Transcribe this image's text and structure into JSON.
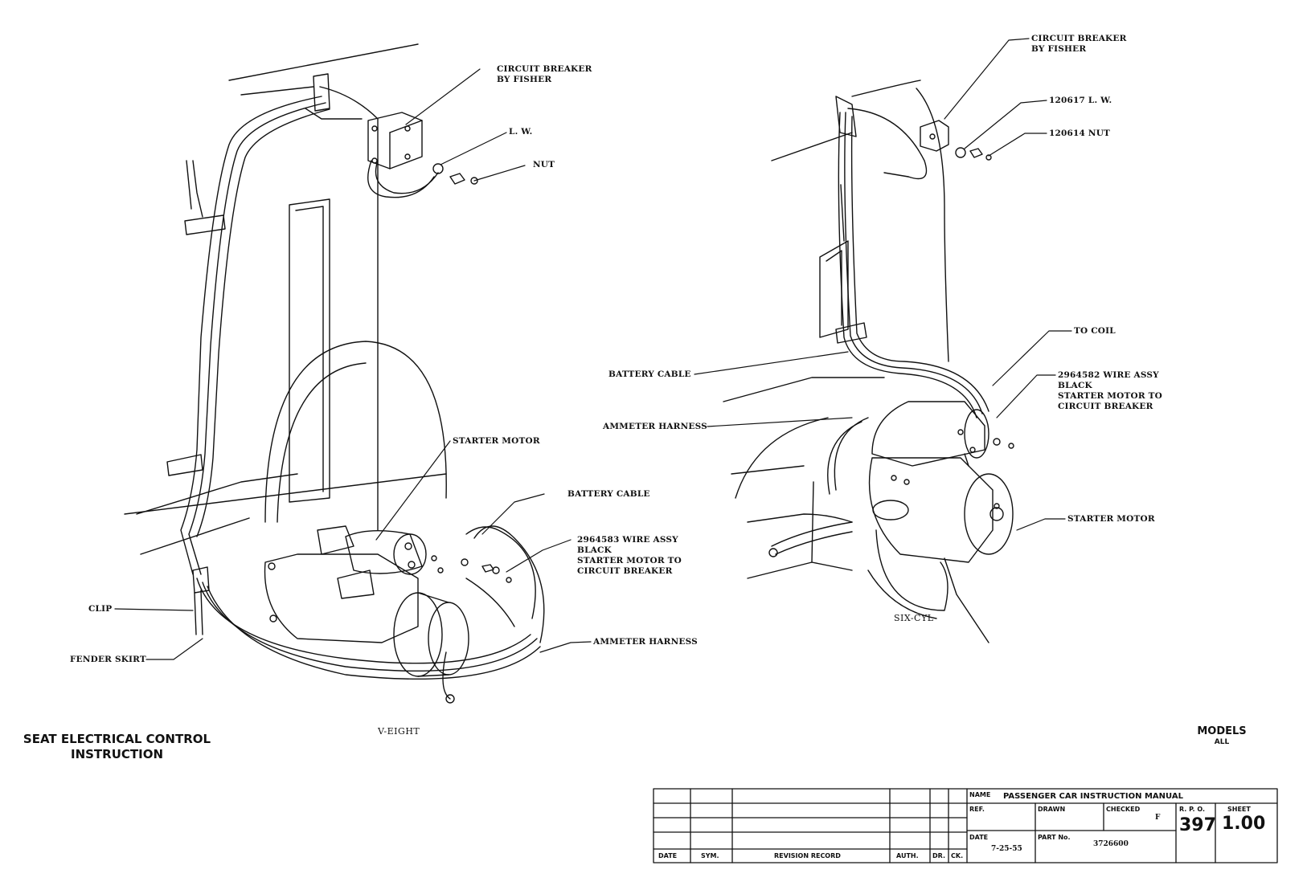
{
  "title": {
    "line1": "SEAT ELECTRICAL CONTROL",
    "line2": "INSTRUCTION"
  },
  "models": {
    "label": "MODELS",
    "value": "ALL"
  },
  "left_view": {
    "caption": "V-EIGHT",
    "labels": {
      "circuit_breaker": "CIRCUIT BREAKER\nBY FISHER",
      "lw": "L. W.",
      "nut": "NUT",
      "starter_motor": "STARTER MOTOR",
      "battery_cable": "BATTERY CABLE",
      "wire_assy": "2964583 WIRE ASSY\nBLACK\nSTARTER MOTOR TO\nCIRCUIT BREAKER",
      "clip": "CLIP",
      "fender_skirt": "FENDER SKIRT",
      "ammeter_harness": "AMMETER HARNESS"
    }
  },
  "right_view": {
    "caption": "SIX-CYL",
    "labels": {
      "circuit_breaker": "CIRCUIT BREAKER\nBY FISHER",
      "lw": "120617 L. W.",
      "nut": "120614 NUT",
      "to_coil": "TO COIL",
      "battery_cable": "BATTERY CABLE",
      "ammeter_harness": "AMMETER HARNESS",
      "wire_assy": "2964582 WIRE ASSY\nBLACK\nSTARTER MOTOR TO\nCIRCUIT BREAKER",
      "starter_motor": "STARTER MOTOR"
    }
  },
  "title_block": {
    "revision_headers": [
      "DATE",
      "SYM.",
      "REVISION RECORD",
      "AUTH.",
      "DR.",
      "CK."
    ],
    "name_label": "NAME",
    "name_value": "PASSENGER CAR INSTRUCTION MANUAL",
    "ref_label": "REF.",
    "drawn_label": "DRAWN",
    "checked_label": "CHECKED",
    "checked_value": "F",
    "rpo_label": "R. P. O.",
    "rpo_value": "397",
    "sheet_label": "SHEET",
    "sheet_value": "1.00",
    "date_label": "DATE",
    "date_value": "7-25-55",
    "part_label": "PART No.",
    "part_value": "3726600"
  }
}
